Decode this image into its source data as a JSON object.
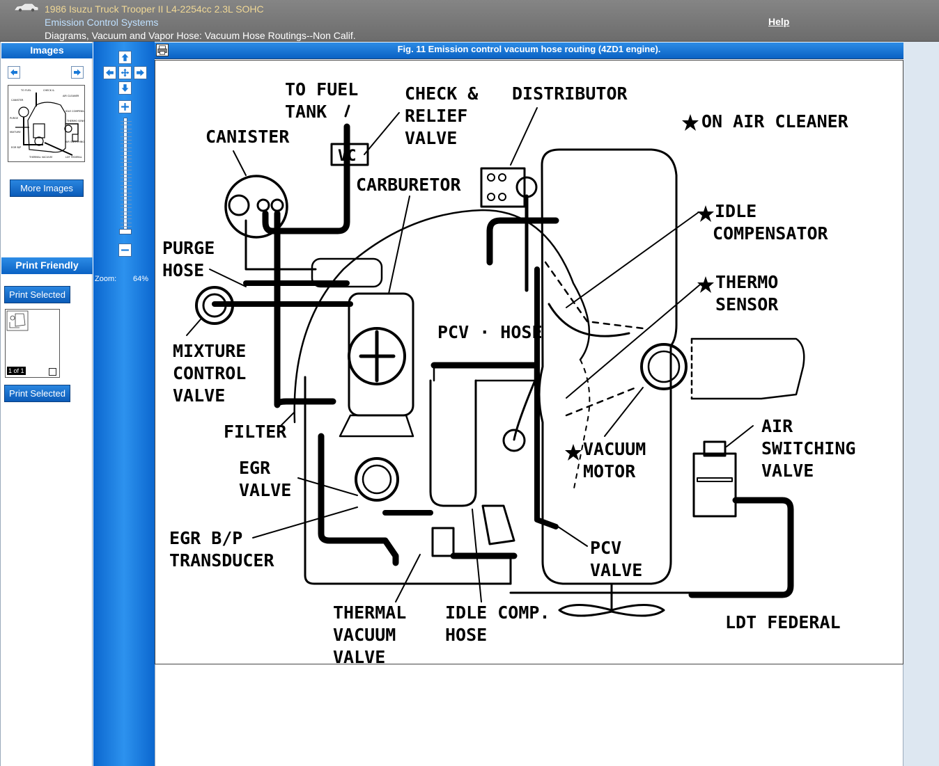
{
  "header": {
    "vehicle": "1986 Isuzu Truck Trooper II L4-2254cc 2.3L SOHC",
    "system": "Emission Control Systems",
    "path": "Diagrams, Vacuum and Vapor Hose: Vacuum Hose Routings--Non Calif.",
    "help_label": "Help"
  },
  "left_panel": {
    "images_heading": "Images",
    "more_images_label": "More Images",
    "print_friendly_heading": "Print Friendly",
    "print_selected_label": "Print Selected",
    "page_count": "1 of 1"
  },
  "zoom": {
    "label": "Zoom:",
    "value": "64%",
    "level_percent": 64
  },
  "figure": {
    "title": "Fig. 11 Emission control vacuum hose routing (4ZD1 engine).",
    "labels": {
      "to_fuel_tank_1": "TO  FUEL",
      "to_fuel_tank_2": "TANK",
      "canister": "CANISTER",
      "check_relief_1": "CHECK  &",
      "check_relief_2": "RELIEF",
      "check_relief_3": "VALVE",
      "distributor": "DISTRIBUTOR",
      "on_air_cleaner": "ON  AIR  CLEANER",
      "carburetor": "CARBURETOR",
      "idle_comp_1": "IDLE",
      "idle_comp_2": "COMPENSATOR",
      "purge_hose_1": "PURGE",
      "purge_hose_2": "HOSE",
      "thermo_1": "THERMO",
      "thermo_2": "SENSOR",
      "pcv_hose": "PCV · HOSE",
      "mixture_1": "MIXTURE",
      "mixture_2": "CONTROL",
      "mixture_3": "VALVE",
      "filter": "FILTER",
      "vacuum_motor_1": "VACUUM",
      "vacuum_motor_2": "MOTOR",
      "air_switching_1": "AIR",
      "air_switching_2": "SWITCHING",
      "air_switching_3": "VALVE",
      "egr_valve_1": "EGR",
      "egr_valve_2": "VALVE",
      "egr_bp_1": "EGR  B/P",
      "egr_bp_2": "TRANSDUCER",
      "pcv_valve_1": "PCV",
      "pcv_valve_2": "VALVE",
      "thermal_1": "THERMAL",
      "thermal_2": "VACUUM",
      "thermal_3": "VALVE",
      "idle_comp_hose_1": "IDLE  COMP.",
      "idle_comp_hose_2": "HOSE",
      "ldt_federal": "LDT  FEDERAL",
      "vc_label": "VC"
    }
  },
  "icons": {
    "car": "car-icon",
    "prev": "arrow-left-icon",
    "next": "arrow-right-icon",
    "print": "printer-icon",
    "pan_up": "arrow-up-icon",
    "pan_down": "arrow-down-icon",
    "pan_left": "arrow-left-icon",
    "pan_right": "arrow-right-icon",
    "pan_center": "move-icon",
    "zoom_in": "plus-icon",
    "zoom_out": "minus-icon"
  },
  "colors": {
    "panel_blue": "#0a62c4",
    "header_gray": "#6c6c6c",
    "vehicle_text": "#f0d896",
    "system_text": "#bfe0ff"
  }
}
